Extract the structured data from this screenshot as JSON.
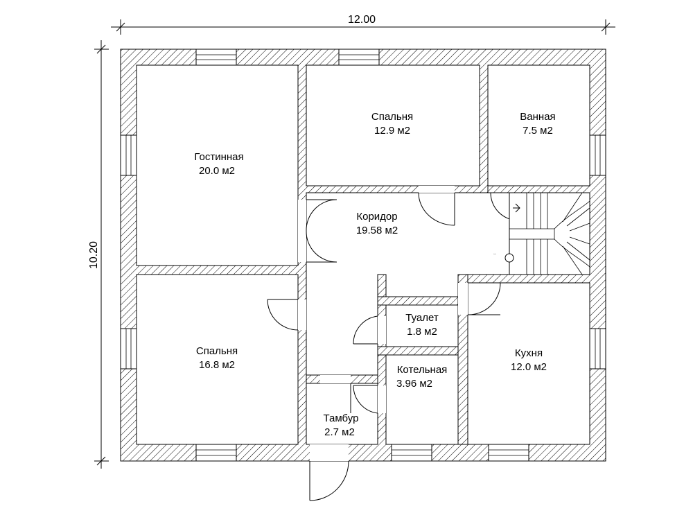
{
  "dimensions": {
    "width": "12.00",
    "height": "10.20"
  },
  "rooms": [
    {
      "name": "Гостинная",
      "area": "20.0 м2"
    },
    {
      "name": "Спальня",
      "area": "12.9 м2"
    },
    {
      "name": "Ванная",
      "area": "7.5 м2"
    },
    {
      "name": "Коридор",
      "area": "19.58 м2"
    },
    {
      "name": "Спальня",
      "area": "16.8 м2"
    },
    {
      "name": "Туалет",
      "area": "1.8 м2"
    },
    {
      "name": "Котельная",
      "area": "3.96 м2"
    },
    {
      "name": "Кухня",
      "area": "12.0 м2"
    },
    {
      "name": "Тамбур",
      "area": "2.7 м2"
    }
  ]
}
